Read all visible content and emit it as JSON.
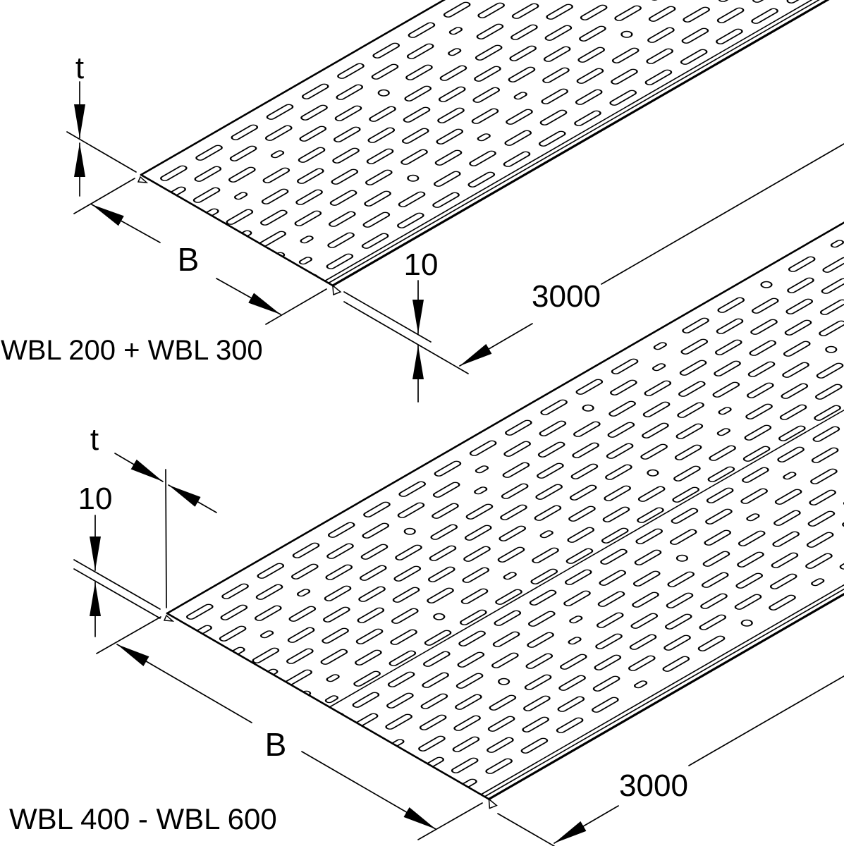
{
  "colors": {
    "line": "#000000",
    "background": "#ffffff"
  },
  "figures": [
    {
      "caption": "WBL 200 + WBL 300",
      "labels": {
        "thickness": "t",
        "hem_height": "10",
        "width": "B",
        "length": "3000"
      }
    },
    {
      "caption": "WBL 400 - WBL 600",
      "labels": {
        "thickness": "t",
        "hem_height": "10",
        "width": "B",
        "length": "3000"
      }
    }
  ]
}
